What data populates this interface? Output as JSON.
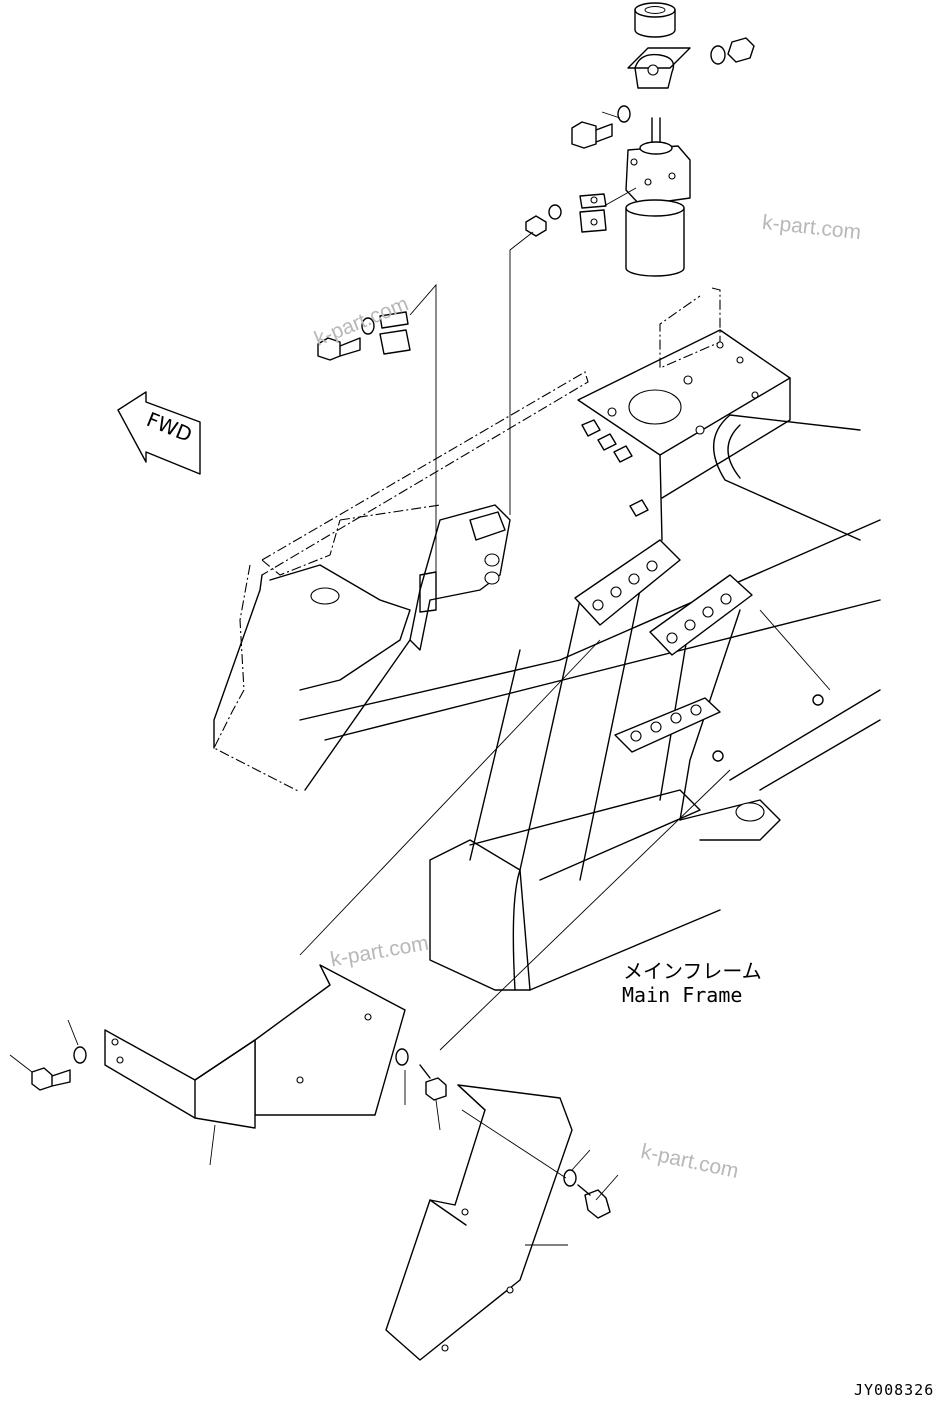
{
  "labels": {
    "main_frame_ja": "メインフレーム",
    "main_frame_en": "Main Frame",
    "fwd": "FWD",
    "reference": "JY008326"
  },
  "watermarks": [
    "k-part.com",
    "k-part.com",
    "k-part.com",
    "k-part.com"
  ]
}
